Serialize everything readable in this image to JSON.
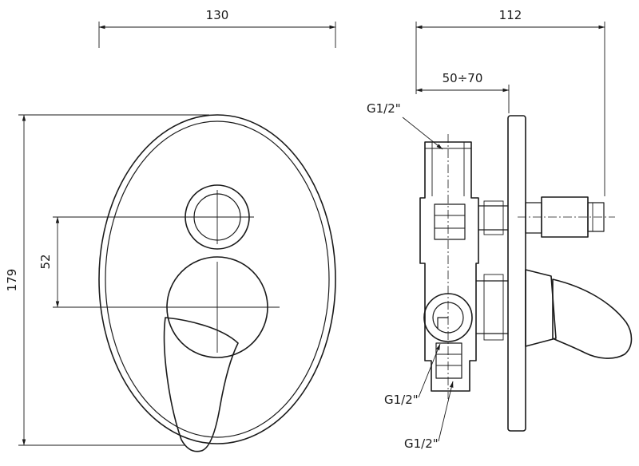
{
  "front": {
    "width": "130",
    "height": "179",
    "center_distance": "52"
  },
  "side": {
    "depth": "112",
    "wall_range": "50÷70",
    "port_top": "G1/2\"",
    "port_outlet": "G1/2\"",
    "port_bottom": "G1/2\""
  },
  "colors": {
    "line": "#1a1a1a",
    "background": "#ffffff"
  }
}
